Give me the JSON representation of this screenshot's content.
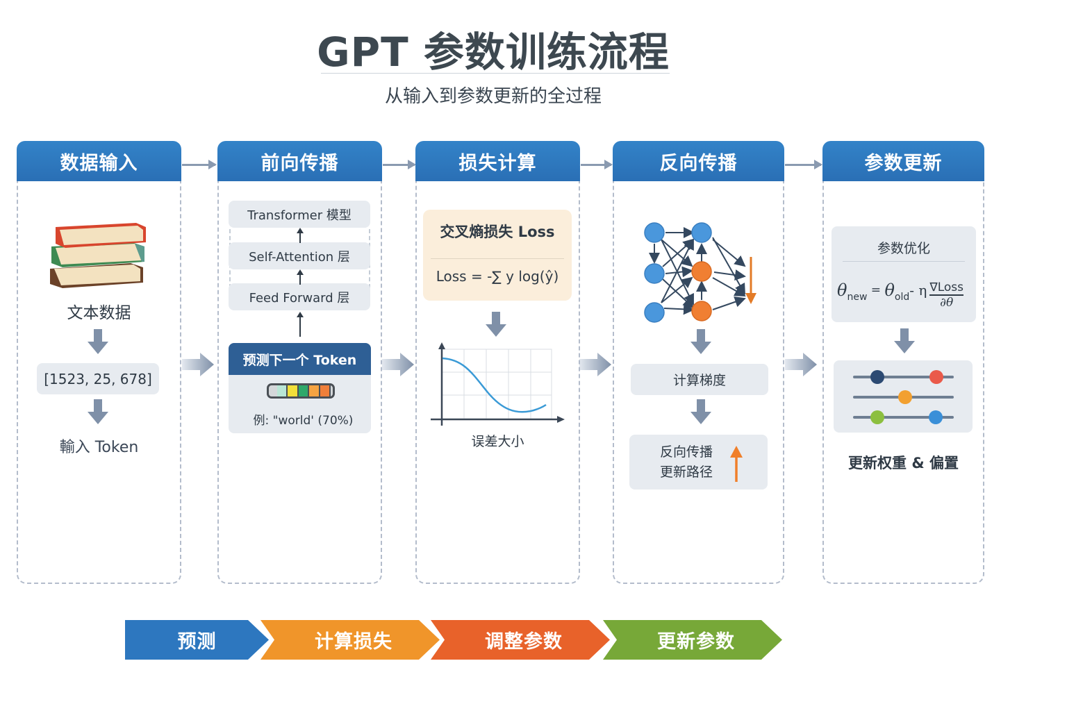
{
  "header": {
    "title": "GPT 参数训练流程",
    "subtitle": "从输入到参数更新的全过程"
  },
  "columns": [
    {
      "title": "数据输入",
      "book_icon": "book-stack-icon",
      "text_label": "文本数据",
      "token_ids": "[1523, 25, 678]",
      "input_label": "輸入 Token"
    },
    {
      "title": "前向传播",
      "layers": [
        "Transformer 模型",
        "Self-Attention 层",
        "Feed Forward 层"
      ],
      "predict_header": "预测下一个 Token",
      "probability_bar_colors": [
        "#b9e6d6",
        "#f2df3a",
        "#2fa86a",
        "#f5a342",
        "#f07f3a"
      ],
      "prediction_text": "例: \"world' (70%)"
    },
    {
      "title": "损失计算",
      "loss_title": "交叉熵损失 Loss",
      "loss_formula": "Loss = -∑ y log(ŷ)",
      "chart_label": "误差大小"
    },
    {
      "title": "反向传播",
      "gradient_label": "计算梯度",
      "backprop_line1": "反向传播",
      "backprop_line2": "更新路径"
    },
    {
      "title": "参数更新",
      "optimizer_title": "参数优化",
      "formula_lhs": "θ",
      "formula_lhs_sub": "new",
      "formula_eq": " = ",
      "formula_theta_old": "θ",
      "formula_old_sub": "old",
      "formula_minus_eta": "- η",
      "formula_numerator": "∇Loss",
      "formula_denominator": "∂θ",
      "weights_label": "更新权重 & 偏置",
      "slider_rows": [
        {
          "knobs": [
            {
              "value": 0.24,
              "color": "#2c4a73"
            },
            {
              "value": 0.83,
              "color": "#ea5a4a"
            }
          ]
        },
        {
          "knobs": [
            {
              "value": 0.52,
              "color": "#f2a030"
            }
          ]
        },
        {
          "knobs": [
            {
              "value": 0.24,
              "color": "#8cbf3f"
            },
            {
              "value": 0.82,
              "color": "#3a8fd8"
            }
          ]
        }
      ]
    }
  ],
  "pipeline": [
    {
      "label": "预测",
      "color": "#2d77bf"
    },
    {
      "label": "计算损失",
      "color": "#f0952a"
    },
    {
      "label": "调整参数",
      "color": "#e8622a"
    },
    {
      "label": "更新参数",
      "color": "#77a838"
    }
  ],
  "colors": {
    "header_blue": "#2f7ac1",
    "arrow_grey": "#7f90a8",
    "loss_box": "#fbeedb",
    "node_blue": "#4a97dc",
    "node_orange": "#f07f32",
    "curve_blue": "#3a9ad6"
  }
}
